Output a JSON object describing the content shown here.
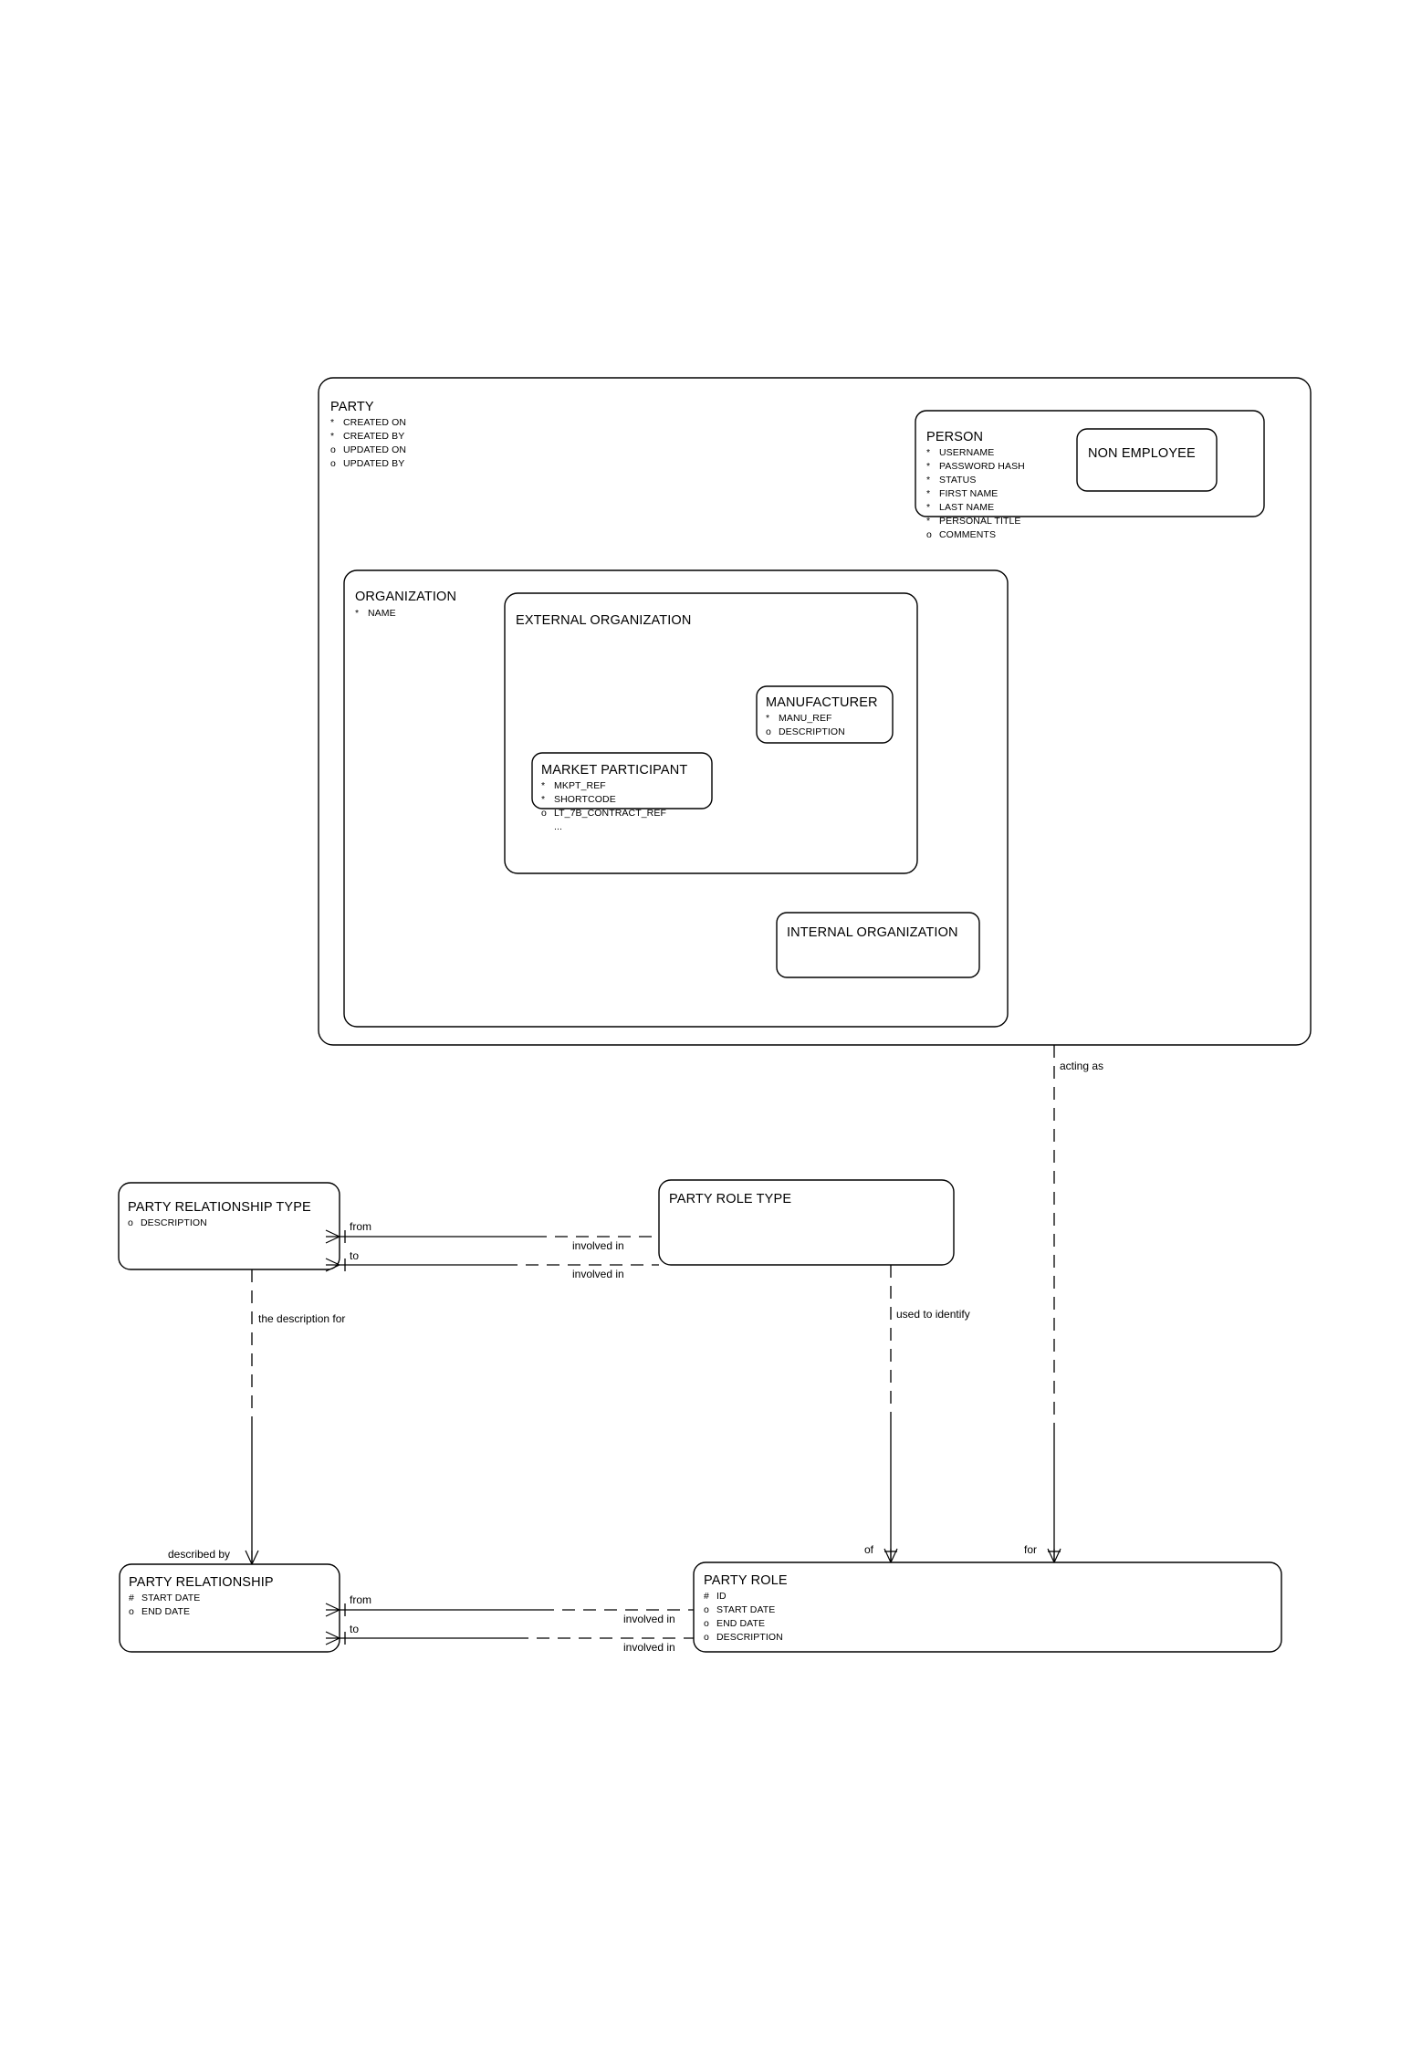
{
  "diagram": {
    "type": "entity-relationship-diagram",
    "notation": "barker",
    "background_color": "#ffffff",
    "line_color": "#000000"
  },
  "entities": [
    {
      "id": "party",
      "title": "PARTY",
      "attributes": [
        {
          "marker": "*",
          "name": "CREATED ON"
        },
        {
          "marker": "*",
          "name": "CREATED BY"
        },
        {
          "marker": "o",
          "name": "UPDATED ON"
        },
        {
          "marker": "o",
          "name": "UPDATED BY"
        }
      ]
    },
    {
      "id": "person",
      "title": "PERSON",
      "attributes": [
        {
          "marker": "*",
          "name": "USERNAME"
        },
        {
          "marker": "*",
          "name": "PASSWORD HASH"
        },
        {
          "marker": "*",
          "name": "STATUS"
        },
        {
          "marker": "*",
          "name": "FIRST NAME"
        },
        {
          "marker": "*",
          "name": "LAST NAME"
        },
        {
          "marker": "*",
          "name": "PERSONAL TITLE"
        },
        {
          "marker": "o",
          "name": "COMMENTS"
        }
      ]
    },
    {
      "id": "non-employee",
      "title": "NON EMPLOYEE",
      "attributes": []
    },
    {
      "id": "organization",
      "title": "ORGANIZATION",
      "attributes": [
        {
          "marker": "*",
          "name": "NAME"
        }
      ]
    },
    {
      "id": "external-organization",
      "title": "EXTERNAL ORGANIZATION",
      "attributes": []
    },
    {
      "id": "manufacturer",
      "title": "MANUFACTURER",
      "attributes": [
        {
          "marker": "*",
          "name": "MANU_REF"
        },
        {
          "marker": "o",
          "name": "DESCRIPTION"
        }
      ]
    },
    {
      "id": "market-participant",
      "title": "MARKET PARTICIPANT",
      "attributes": [
        {
          "marker": "*",
          "name": "MKPT_REF"
        },
        {
          "marker": "*",
          "name": "SHORTCODE"
        },
        {
          "marker": "o",
          "name": "LT_7B_CONTRACT_REF"
        },
        {
          "marker": "",
          "name": "..."
        }
      ]
    },
    {
      "id": "internal-organization",
      "title": "INTERNAL ORGANIZATION",
      "attributes": []
    },
    {
      "id": "party-relationship-type",
      "title": "PARTY RELATIONSHIP TYPE",
      "attributes": [
        {
          "marker": "o",
          "name": "DESCRIPTION"
        }
      ]
    },
    {
      "id": "party-role-type",
      "title": "PARTY ROLE TYPE",
      "attributes": []
    },
    {
      "id": "party-relationship",
      "title": "PARTY RELATIONSHIP",
      "attributes": [
        {
          "marker": "#",
          "name": "START DATE"
        },
        {
          "marker": "o",
          "name": "END DATE"
        }
      ]
    },
    {
      "id": "party-role",
      "title": "PARTY ROLE",
      "attributes": [
        {
          "marker": "#",
          "name": "ID"
        },
        {
          "marker": "o",
          "name": "START DATE"
        },
        {
          "marker": "o",
          "name": "END DATE"
        },
        {
          "marker": "o",
          "name": "DESCRIPTION"
        }
      ]
    }
  ],
  "relationship_labels": {
    "prt_from": "from",
    "prt_to": "to",
    "prt_involved_in_1": "involved in",
    "prt_involved_in_2": "involved in",
    "the_description_for": "the description for",
    "used_to_identify": "used to identify",
    "acting_as": "acting as",
    "described_by": "described by",
    "pr_from": "from",
    "pr_to": "to",
    "pr_involved_in_1": "involved in",
    "pr_involved_in_2": "involved in",
    "of": "of",
    "for": "for"
  }
}
